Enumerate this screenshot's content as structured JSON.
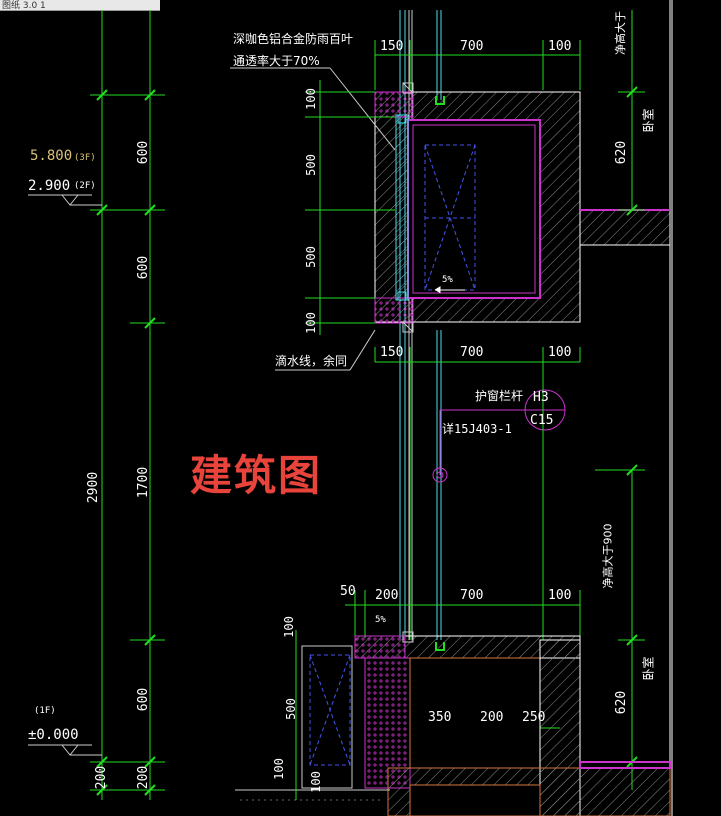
{
  "titlebar": {
    "text": "图纸 3.0 1"
  },
  "watermark": {
    "text": "建筑图",
    "color": "#e8443b"
  },
  "colors": {
    "dim": "#22dd22",
    "wall": "#ffffff",
    "magenta": "#cc33cc",
    "brown": "#d4763b",
    "cyan": "#4fd8e8",
    "red": "#ff3333",
    "blue": "#4455ee"
  },
  "levels": [
    {
      "value": "5.800",
      "tag": "(3F)"
    },
    {
      "value": "2.900",
      "tag": "(2F)"
    },
    {
      "value": "±0.000",
      "tag": "(1F)"
    }
  ],
  "left_dims": {
    "outer": [
      "2900",
      "200"
    ],
    "inner": [
      "600",
      "600",
      "1700",
      "600",
      "200"
    ]
  },
  "window_dims_upper": [
    "100",
    "500",
    "500",
    "100"
  ],
  "window_dims_lower": [
    "100",
    "500",
    "100",
    "100"
  ],
  "top_dims": [
    "150",
    "700",
    "100"
  ],
  "mid_dims": [
    "150",
    "700",
    "100"
  ],
  "lower_dims": [
    "50",
    "200",
    "700",
    "100"
  ],
  "base_dims": [
    "350",
    "200",
    "250"
  ],
  "right_dims": [
    "620",
    "620"
  ],
  "right_labels": [
    "净高大于",
    "卧室",
    "净高大于900",
    "卧室"
  ],
  "annotations": {
    "louver_line1": "深咖色铝合金防雨百叶",
    "louver_line2": "通透率大于70%",
    "drip": "滴水线，余同",
    "railing": "护窗栏杆",
    "railing_ref": "详15J403-1",
    "bubble_top": "H3",
    "bubble_bottom": "C15",
    "slope_upper": "5%",
    "slope_lower": "5%"
  }
}
